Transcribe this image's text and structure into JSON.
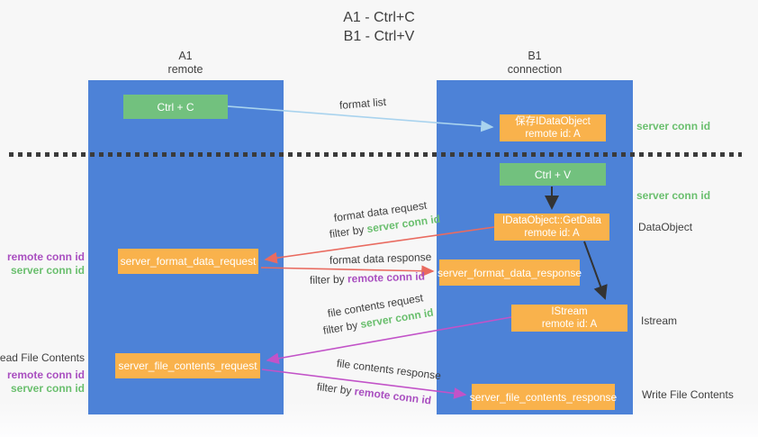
{
  "title": {
    "line1": "A1 - Ctrl+C",
    "line2": "B1 - Ctrl+V"
  },
  "columns": {
    "a": {
      "name": "A1",
      "role": "remote"
    },
    "b": {
      "name": "B1",
      "role": "connection"
    }
  },
  "nodes": {
    "ctrl_c": {
      "label": "Ctrl + C"
    },
    "ctrl_v": {
      "label": "Ctrl + V"
    },
    "save_dataobject": {
      "line1": "保存IDataObject",
      "line2": "remote id: A"
    },
    "getdata": {
      "line1": "IDataObject::GetData",
      "line2": "remote id: A"
    },
    "istream": {
      "line1": "IStream",
      "line2": "remote id: A"
    },
    "server_format_data_request": {
      "label": "server_format_data_request"
    },
    "server_format_data_response": {
      "label": "server_format_data_response"
    },
    "server_file_contents_request": {
      "label": "server_file_contents_request"
    },
    "server_file_contents_response": {
      "label": "server_file_contents_response"
    }
  },
  "arrows": {
    "format_list": {
      "label": "format list"
    },
    "format_data_request": {
      "label": "format data request",
      "filter_prefix": "filter by ",
      "filter_value": "server conn id"
    },
    "format_data_response": {
      "label": "format data response",
      "filter_prefix": "filter by ",
      "filter_value": "remote conn id"
    },
    "file_contents_request": {
      "label": "file contents request",
      "filter_prefix": "filter by ",
      "filter_value": "server conn id"
    },
    "file_contents_response": {
      "label": "file contents response",
      "filter_prefix": "filter by ",
      "filter_value": "remote conn id"
    }
  },
  "side_labels": {
    "right_server_conn_id_top": "server conn id",
    "right_server_conn_id_mid": "server conn id",
    "right_dataobject": "DataObject",
    "right_istream": "Istream",
    "right_write_file_contents": "Write File Contents",
    "left_format_remote_conn_id": "remote conn id",
    "left_format_server_conn_id": "server conn id",
    "left_read_file_contents": "Read File Contents",
    "left_file_remote_conn_id": "remote conn id",
    "left_file_server_conn_id": "server conn id"
  },
  "colors": {
    "column_blue": "#4d82d7",
    "node_green": "#72c17e",
    "node_orange": "#f9b24c",
    "arrow_light_blue": "#a9d3ee",
    "arrow_red": "#e96b60",
    "arrow_magenta": "#c253c8",
    "arrow_black": "#333333",
    "id_green": "#6abf6e",
    "id_purple": "#a94fc0",
    "text_dark": "#3f3f3f",
    "background": "#f7f7f7"
  }
}
